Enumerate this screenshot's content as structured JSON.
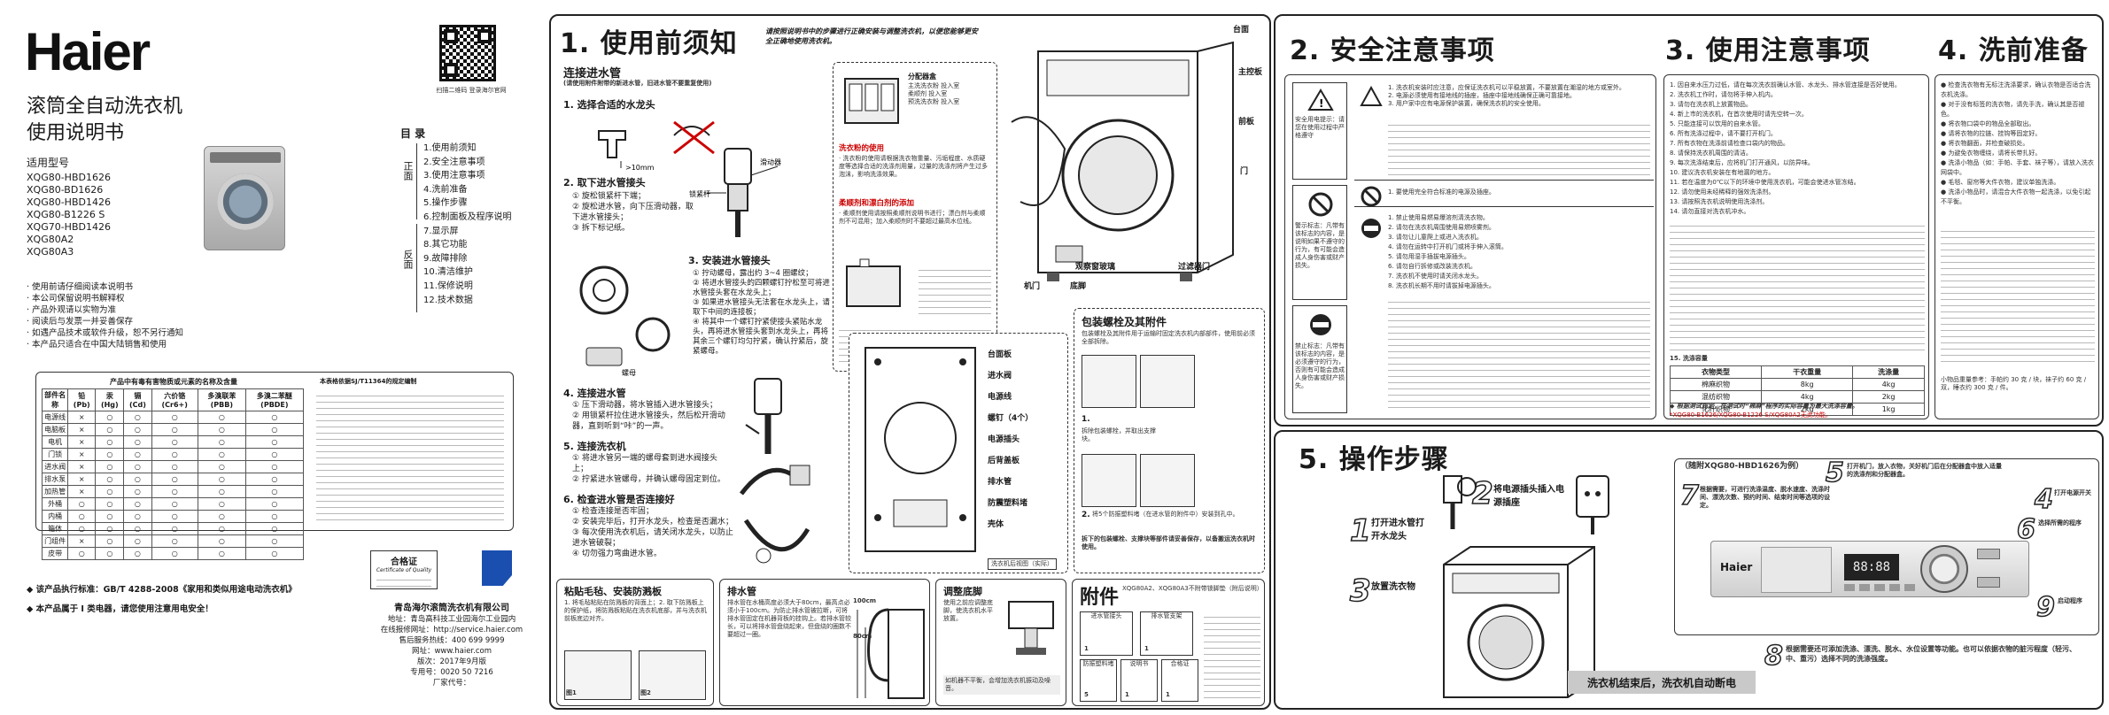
{
  "cover": {
    "brand": "Haier",
    "title_line1": "滚筒全自动洗衣机",
    "title_line2": "使用说明书",
    "models_heading": "适用型号",
    "models": [
      "XQG80-HBD1626",
      "XQG80-BD1626",
      "XQG80-HBD1426",
      "XQG80-B1226 S",
      "XQG70-HBD1426",
      "XQG80A2",
      "XQG80A3"
    ],
    "qr_caption": "扫描二维码 登录海尔官网",
    "toc_heading": "目 录",
    "toc_front": "正面",
    "toc_back": "反面",
    "toc_items": [
      "1.使用前须知",
      "2.安全注意事项",
      "3.使用注意事项",
      "4.洗前准备",
      "5.操作步骤",
      "6.控制面板及程序说明",
      "7.显示屏",
      "8.其它功能",
      "9.故障排除",
      "10.清洁维护",
      "11.保修说明",
      "12.技术数据"
    ],
    "notes": [
      "· 使用前请仔细阅读本说明书",
      "· 本公司保留说明书解释权",
      "· 产品外观请以实物为准",
      "· 阅读后与发票一并妥善保存",
      "· 如遇产品技术或软件升级，恕不另行通知",
      "· 本产品只适合在中国大陆销售和使用"
    ],
    "table_title": "产品中有毒有害物质或元素的名称及含量",
    "table_right_title": "本表格依据SJ/T11364的规定编制",
    "table_headers": [
      "部件名称",
      "铅 (Pb)",
      "汞 (Hg)",
      "镉 (Cd)",
      "六价铬 (Cr6+)",
      "多溴联苯 (PBB)",
      "多溴二苯醚 (PBDE)"
    ],
    "table_rows": [
      {
        "name": "电源线",
        "cells": [
          "×",
          "○",
          "○",
          "○",
          "○",
          "○"
        ]
      },
      {
        "name": "电脑板",
        "cells": [
          "×",
          "○",
          "○",
          "○",
          "○",
          "○"
        ]
      },
      {
        "name": "电机",
        "cells": [
          "×",
          "○",
          "○",
          "○",
          "○",
          "○"
        ]
      },
      {
        "name": "门锁",
        "cells": [
          "×",
          "○",
          "○",
          "○",
          "○",
          "○"
        ]
      },
      {
        "name": "进水阀",
        "cells": [
          "×",
          "○",
          "○",
          "○",
          "○",
          "○"
        ]
      },
      {
        "name": "排水泵",
        "cells": [
          "×",
          "○",
          "○",
          "○",
          "○",
          "○"
        ]
      },
      {
        "name": "加热管",
        "cells": [
          "×",
          "○",
          "○",
          "○",
          "○",
          "○"
        ]
      },
      {
        "name": "外桶",
        "cells": [
          "○",
          "○",
          "○",
          "○",
          "○",
          "○"
        ]
      },
      {
        "name": "内桶",
        "cells": [
          "○",
          "○",
          "○",
          "○",
          "○",
          "○"
        ]
      },
      {
        "name": "箱体",
        "cells": [
          "○",
          "○",
          "○",
          "○",
          "○",
          "○"
        ]
      },
      {
        "name": "门组件",
        "cells": [
          "×",
          "○",
          "○",
          "○",
          "○",
          "○"
        ]
      },
      {
        "name": "皮带",
        "cells": [
          "○",
          "○",
          "○",
          "○",
          "○",
          "○"
        ]
      }
    ],
    "cert_title": "合格证",
    "cert_sub": "Certificate of Quality",
    "exec_standard": "◆ 该产品执行标准：GB/T 4288-2008《家用和类似用途电动洗衣机》",
    "manufacturer_note": "◆ 本产品属于 I 类电器，请您使用注意用电安全！",
    "company": "青岛海尔滚筒洗衣机有限公司",
    "address": "地址：青岛高科技工业园海尔工业园内",
    "website_label": "在线报修网址：http://service.haier.com",
    "hotline": "售后服务热线：400 699 9999",
    "web": "网址：www.haier.com",
    "edition": "版次：2017年9月版",
    "code": "专用号：0020 50 7216",
    "factory": "厂家代号："
  },
  "s1": {
    "title": "1. 使用前须知",
    "intro": "请按照说明书中的步骤进行正确安装与调整洗衣机，以便您能够更安全正确地使用洗衣机。",
    "h_inlet": "连接进水管",
    "inlet_note": "(请使用附件附带的新进水管，旧进水管不要重复使用)",
    "step1": "1. 选择合适的水龙头",
    "tap_label": ">10mm",
    "step2": "2. 取下进水管接头",
    "step2_items": [
      "① 旋松锁紧杆下端；",
      "② 旋松进水管，向下压滑动器，取下进水管接头；",
      "③ 拆下标记纸。"
    ],
    "step3": "3. 安装进水管接头",
    "step3_items": [
      "① 拧动螺母，露出约 3~4 圈螺纹；",
      "② 将进水管接头的四颗螺钉拧松至可将进水管接头套在水龙头上；",
      "③ 如果进水管接头无法套在水龙头上，请取下中间的连接板；",
      "④ 将其中一个螺钉拧紧使接头紧贴水龙头，再将进水管接头套到水龙头上，再将其余三个螺钉均匀拧紧，确认拧紧后，旋紧螺母。"
    ],
    "lbl_nut": "螺母",
    "lbl_slider": "滑动器",
    "lbl_lever": "锁紧杆",
    "step4": "4. 连接进水管",
    "step4_items": [
      "① 压下滑动器，将水管插入进水管接头；",
      "② 用锁紧杆拉住进水管接头，然后松开滑动器，直到听到“咔”的一声。"
    ],
    "step5": "5. 连接洗衣机",
    "step5_items": [
      "① 将进水管另一端的螺母套到进水阀接头上；",
      "② 拧紧进水管螺母，并确认螺母固定到位。"
    ],
    "step6": "6. 检查进水管是否连接好",
    "step6_items": [
      "① 检查连接是否牢固；",
      "② 安装完毕后，打开水龙头，检查是否漏水；",
      "③ 每次使用洗衣机后，请关闭水龙头，以防止进水管破裂；",
      "④ 切勿强力弯曲进水管。"
    ],
    "detergent_h": "分配器盒",
    "detergent_items": [
      "主洗洗衣粉 投入室",
      "柔顺剂 投入室",
      "预洗洗衣粉 投入室"
    ],
    "choose_h": "洗衣粉的使用",
    "choose_text": "· 洗衣粉的使用请根据洗衣物重量、污垢程度、水质硬度等选择合适的洗涤剂用量，过量的洗涤剂将产生过多泡沫，影响洗涤效果。",
    "softener_h": "柔顺剂和漂白剂的添加",
    "softener_text": "· 柔顺剂使用请按照柔顺剂说明书进行；漂白剂与柔顺剂不可混用；加入柔顺剂时不要超过最高水位线。",
    "label_top": "台面",
    "label_panel": "主控板",
    "label_front": "前板",
    "label_window": "门",
    "label_door": "机门",
    "label_foot": "底脚",
    "label_filter": "过滤器门",
    "label_cover": "观察窗玻璃",
    "back_labels": [
      "台面板",
      "进水阀",
      "电源线",
      "螺钉（4个）",
      "电源插头",
      "后背盖板",
      "排水管",
      "防震塑料堵",
      "壳体"
    ],
    "back_caption": "洗衣机后视图（实际）",
    "pkg_h": "包装螺栓及其附件",
    "pkg_text": "包装螺栓及其附件用于运输时固定洗衣机内部部件，使用前必须全部拆除。",
    "pkg_step1": "1.",
    "pkg_step1_text": "拆除包装螺栓，并取出支撑块。",
    "pkg_step2": "2.",
    "pkg_step2_text": "将5个防振塑料堵（在进水管的附件中）安装到孔中。",
    "pkg_note": "拆下的包装螺栓、支撑块等部件请妥善保存，以备搬运洗衣机时使用。",
    "sticky_h": "粘贴毛毡、安装防溅板",
    "sticky_text": "1. 将毛毡粘贴在防溅板的背面上；2. 取下防溅板上的保护纸，将防溅板粘贴在洗衣机底部，并与洗衣机前板底边对齐。",
    "drain_h": "排水管",
    "drain_text": "排水管在水桶高度必须大于80cm，最高点必须小于100cm。为防止排水管被拉断，可将排水管固定在机器背板的挂钩上。若排水管较长，可以将排水管盘绕起来，但盘绕的圈数不要超过一圈。",
    "drain_h80": "80cm",
    "drain_h100": "100cm",
    "foot_h": "调整底脚",
    "foot_text": "使用之前应调整底脚，使洗衣机水平放置。",
    "foot_note": "如机器不平衡，会增加洗衣机振动及噪音。",
    "acc_h": "附件",
    "acc_sub": "XQG80A2、XQG80A3不附带锁脚垫（附后说明）",
    "acc_items": [
      {
        "name": "进水管接头",
        "qty": "1"
      },
      {
        "name": "排水管支架",
        "qty": "1"
      },
      {
        "name": "防振塑料堵",
        "qty": "5"
      },
      {
        "name": "说明书",
        "qty": "1"
      },
      {
        "name": "合格证",
        "qty": "1"
      }
    ],
    "fig1": "图1",
    "fig2": "图2"
  },
  "s2": {
    "title": "2. 安全注意事项",
    "left_icons": [
      {
        "text": "安全用电提示：请您在使用过程中严格遵守",
        "icon": "warning-triangle-icon"
      },
      {
        "text": "警示标志：凡带有该标志的内容，是说明如果不遵守的行为，有可能会造成人身伤害或财产损失。",
        "icon": "prohibited-circle-icon"
      },
      {
        "text": "禁止标志：凡带有该标志的内容，是必须遵守的行为，否则有可能会造成人身伤害或财产损失。",
        "icon": "no-entry-icon"
      }
    ],
    "groups": [
      [
        "1. 洗衣机安装时应注意，应保证洗衣机可以平稳放置，不要放置在潮湿的地方或室外。",
        "2. 电源必须使用有接地线的插座，插座中接地线确保正确可靠接地。",
        "3. 用户家中应有电源保护装置，确保洗衣机的安全使用。"
      ],
      [
        "1. 要使用完全符合标准的电源及插座。"
      ],
      [
        "1. 禁止使用易燃易爆溶剂清洗衣物。",
        "2. 请勿在洗衣机周围使用易燃喷雾剂。",
        "3. 请勿让儿童爬上或进入洗衣机。",
        "4. 请勿在运转中打开机门或将手伸入滚筒。",
        "5. 请勿用湿手插拔电源插头。",
        "6. 请勿自行拆修或改装洗衣机。",
        "7. 洗衣机不使用时请关闭水龙头。",
        "8. 洗衣机长期不用时请拔掉电源插头。"
      ]
    ]
  },
  "s3": {
    "title": "3. 使用注意事项",
    "items": [
      "1. 因自来水压力过低，请在每次洗衣前确认水管、水龙头、排水管连接是否好使用。",
      "2. 洗衣机工作时，请勿将手伸入机内。",
      "3. 请勿在洗衣机上放置物品。",
      "4. 新上市的洗衣机，在首次使用时请先空转一次。",
      "5. 只能连接可以饮用的自来水管。",
      "6. 所有洗涤过程中，请不要打开机门。",
      "7. 所有衣物在洗涤前请检查口袋内的物品。",
      "8. 请保持洗衣机周围的清洁。",
      "9. 每次洗涤结束后，应将机门打开通风，以防异味。",
      "10. 建议洗衣机安装在有地漏的地方。",
      "11. 若在温度为0℃以下的环境中使用洗衣机，可能会使进水管冻结。",
      "12. 请勿使用未经稀释的强效洗涤剂。",
      "13. 请按照洗衣机说明使用洗涤剂。",
      "14. 请勿直接对洗衣机冲水。"
    ],
    "tbl_h": "15. 洗涤容量",
    "tbl_headers": [
      "衣物类型",
      "干衣重量",
      "洗涤量"
    ],
    "tbl_rows": [
      [
        "棉麻织物",
        "8kg",
        "4kg"
      ],
      [
        "混纺织物",
        "4kg",
        "2kg"
      ],
      [
        "化纤织物",
        "2kg",
        "1kg"
      ]
    ],
    "note1": "◆ 根据测试规定，在测试时“棉麻”程序的实际容量为最大洗涤容量。",
    "note2": "*XQG80-B1626/XQG80-B1226 S/XQG80A2无此功能。"
  },
  "s4": {
    "title": "4. 洗前准备",
    "items": [
      "● 检查洗衣物有无标注洗涤要求，确认衣物是否适合洗衣机洗涤。",
      "● 对于没有标签的洗衣物，请先手洗，确认其是否褪色。",
      "● 将衣物口袋中的物品全部取出。",
      "● 请将衣物的拉链、挂钩等固定好。",
      "● 将衣物翻面，并检查破损处。",
      "● 为避免衣物缠绕，请将长带扎好。",
      "● 洗涤小物品（如：手帕、手套、袜子等），请放入洗衣网袋中。",
      "● 毛毯、窗帘等大件衣物，建议单独洗涤。",
      "● 洗涤小物品时，请混合大件衣物一起洗涤，以免引起不平衡。"
    ],
    "small_note": "小物品重量参考：手帕约 30 克 / 块，袜子约 60 克 / 双，睡衣约 300 克 / 件。"
  },
  "s5": {
    "title": "5. 操作步骤",
    "step1": "打开进水管打开水龙头",
    "step2": "将电源插头插入电源插座",
    "step3": "放置洗衣物",
    "step4": "打开电源开关",
    "step5": "打开机门，放入衣物，关好机门后在分配器盒中放入适量的洗涤剂和分配器盒。",
    "step6": "选择所需的程序",
    "step7": "根据需要，可进行洗涤温度、脱水速度、洗涤时间、漂洗次数、预约时间、结束时间等选项的设定。",
    "step8": "根据需要还可添加洗涤、漂洗、脱水、水位设置等功能。也可以依据衣物的脏污程度（轻污、中、重污）选择不同的洗涤强度。",
    "step9": "启动程序",
    "example": "（随附XQG80-HBD1626为例）",
    "finish": "洗衣机结束后，洗衣机自动断电",
    "brand_small": "Haier",
    "display": "88:88"
  }
}
